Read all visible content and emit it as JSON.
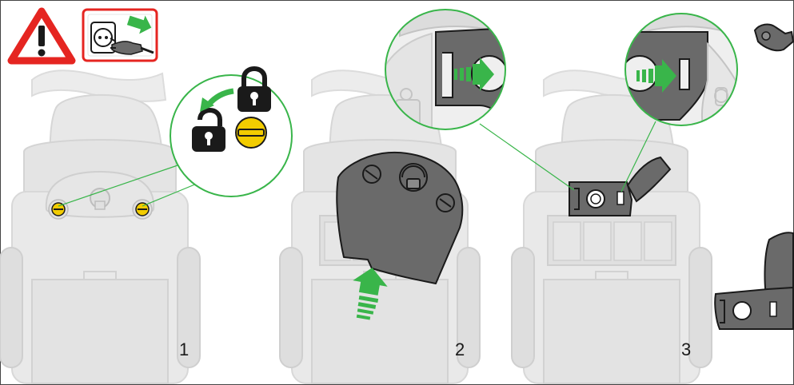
{
  "steps": [
    {
      "number": "1"
    },
    {
      "number": "2"
    },
    {
      "number": "3"
    }
  ],
  "colors": {
    "warning_red": "#e52521",
    "arrow_green": "#39b54a",
    "screw_yellow": "#f2cc00",
    "body_light": "#ececec",
    "body_mid": "#dcdcdc",
    "part_dark": "#6a6a6a",
    "outline": "#1a1a1a",
    "callout_line": "#39b54a"
  },
  "icons": {
    "warning": "exclamation-triangle-icon",
    "unplug": "unplug-socket-icon",
    "lock": "padlock-closed-icon",
    "unlock": "padlock-open-icon"
  }
}
